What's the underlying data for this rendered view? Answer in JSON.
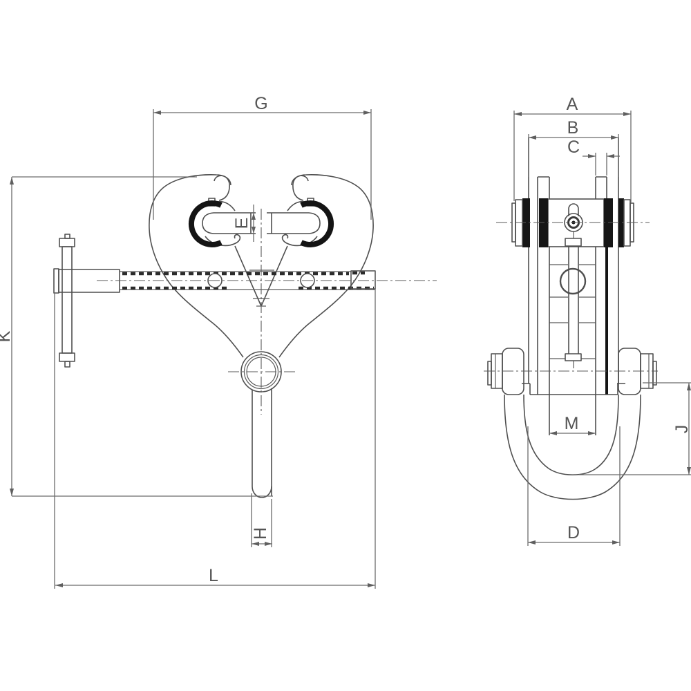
{
  "front_view": {
    "dimensions": {
      "G": "G",
      "E": "E",
      "K": "K",
      "H": "H",
      "L": "L"
    }
  },
  "side_view": {
    "dimensions": {
      "A": "A",
      "B": "B",
      "C": "C",
      "M": "M",
      "J": "J",
      "D": "D"
    }
  },
  "colors": {
    "line": "#4f4f4f",
    "dark": "#161616",
    "background": "#ffffff"
  }
}
